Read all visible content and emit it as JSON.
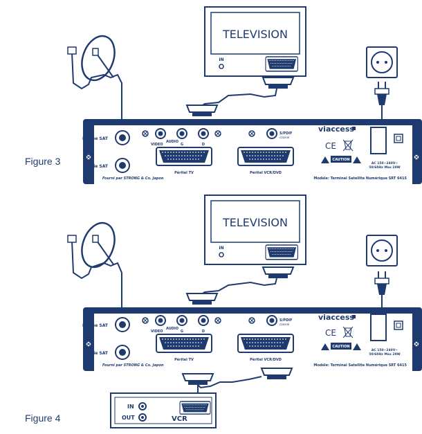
{
  "figures": [
    {
      "label": "Figure 3"
    },
    {
      "label": "Figure 4"
    }
  ],
  "tv": {
    "title": "TELEVISION",
    "input_label": "IN"
  },
  "receiver": {
    "sat_in": "Entrée SAT",
    "sat_out": "Sortie SAT",
    "video": "VIDEO",
    "audio": "AUDIO",
    "left": "G",
    "right": "D",
    "spdif": "S/PDIF",
    "spdif_sub": "coaxial",
    "brand": "viaccess",
    "ce": "CE",
    "caution": "CAUTION",
    "scart_tv": "Péritel TV",
    "scart_vcr": "Péritel VCR/DVD",
    "supplier": "Fourni par STRONG & Co. Japon",
    "model": "Modèle: Terminal Satellite Numérique SRT 6415",
    "power_line1": "AC 150~240V~",
    "power_line2": "50/60Hz Max 28W"
  },
  "vcr": {
    "title": "VCR",
    "in_label": "IN",
    "out_label": "OUT"
  },
  "colors": {
    "ink": "#1f3a6e",
    "panel": "#1f3a6e",
    "white": "#ffffff"
  }
}
